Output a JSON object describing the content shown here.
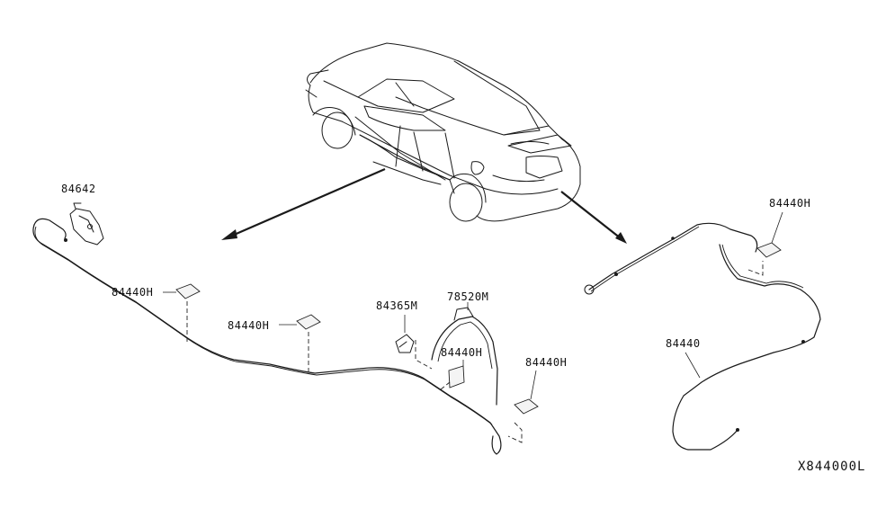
{
  "parts": {
    "grommet_bracket": "84642",
    "pad_left_upper": "84440H",
    "pad_left_mid": "84440H",
    "clip": "84365M",
    "tube": "78520M",
    "pad_center": "84440H",
    "pad_right_lower": "84440H",
    "pad_right_upper": "84440H",
    "cable_assy": "84440"
  },
  "diagram_ref": "X844000L"
}
